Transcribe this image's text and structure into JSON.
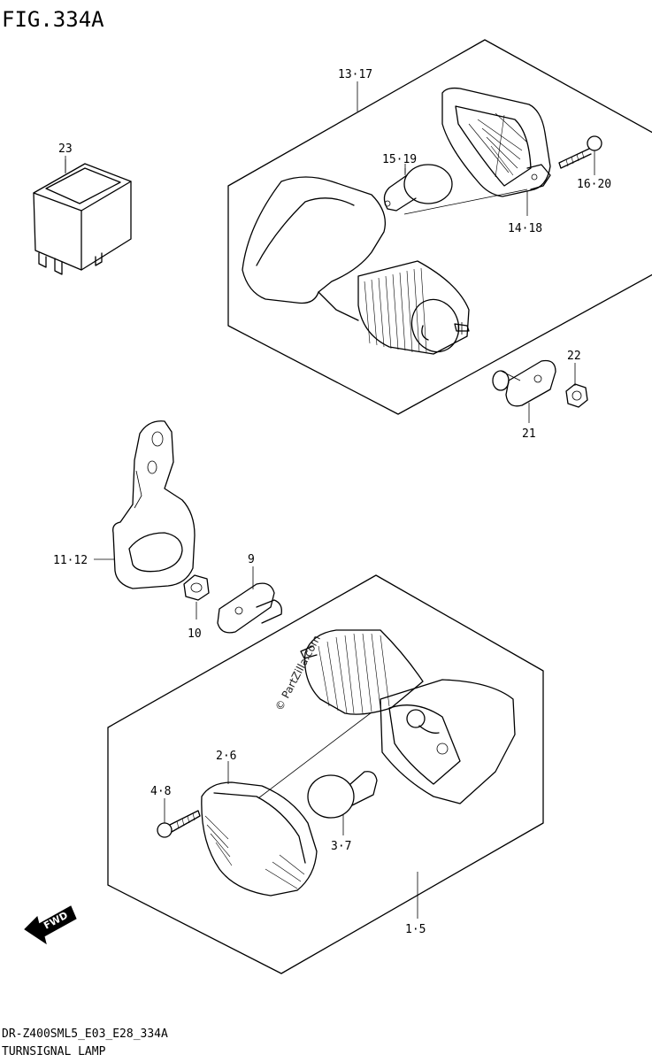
{
  "figure": {
    "title": "FIG.334A",
    "code": "DR-Z400SML5_E03_E28_334A",
    "caption": "TURNSIGNAL LAMP"
  },
  "watermark": "© PartZilla.com",
  "direction_label": "FWD",
  "callouts": {
    "c13_17": "13·17",
    "c15_19": "15·19",
    "c16_20": "16·20",
    "c14_18": "14·18",
    "c23": "23",
    "c22": "22",
    "c21": "21",
    "c11_12": "11·12",
    "c9": "9",
    "c10": "10",
    "c2_6": "2·6",
    "c4_8": "4·8",
    "c3_7": "3·7",
    "c1_5": "1·5"
  }
}
